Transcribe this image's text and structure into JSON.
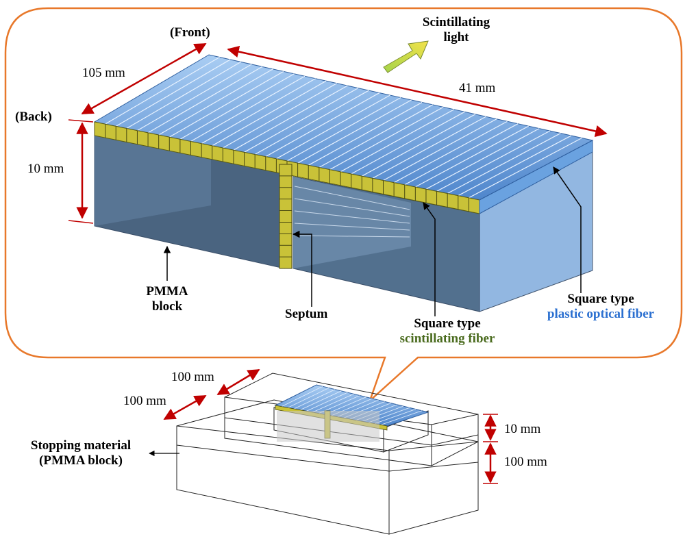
{
  "labels": {
    "front": "(Front)",
    "back": "(Back)",
    "dim_width_top": "105 mm",
    "dim_length_top": "41 mm",
    "dim_height_top": "10 mm",
    "scint_light_1": "Scintillating",
    "scint_light_2": "light",
    "pmma_1": "PMMA",
    "pmma_2": "block",
    "septum": "Septum",
    "sq_scint_1": "Square type",
    "sq_scint_2": "scintillating fiber",
    "sq_pof_1": "Square type",
    "sq_pof_2": "plastic optical fiber",
    "dim_100a": "100 mm",
    "dim_100b": "100 mm",
    "dim_10_bottom": "10 mm",
    "dim_100_bottom": "100 mm",
    "stopping_1": "Stopping material",
    "stopping_2": "(PMMA block)"
  },
  "colors": {
    "callout_border": "#e8782a",
    "dimension_arrow": "#c00000",
    "fiber_blue": "#5b8fd0",
    "scint_fiber": "#c9c238",
    "pmma_face": "#4a6480",
    "scint_text": "#4a6b1e",
    "pof_text": "#2a6fd0"
  },
  "icons": {
    "light_arrow": "green-yellow-arrow-icon"
  }
}
